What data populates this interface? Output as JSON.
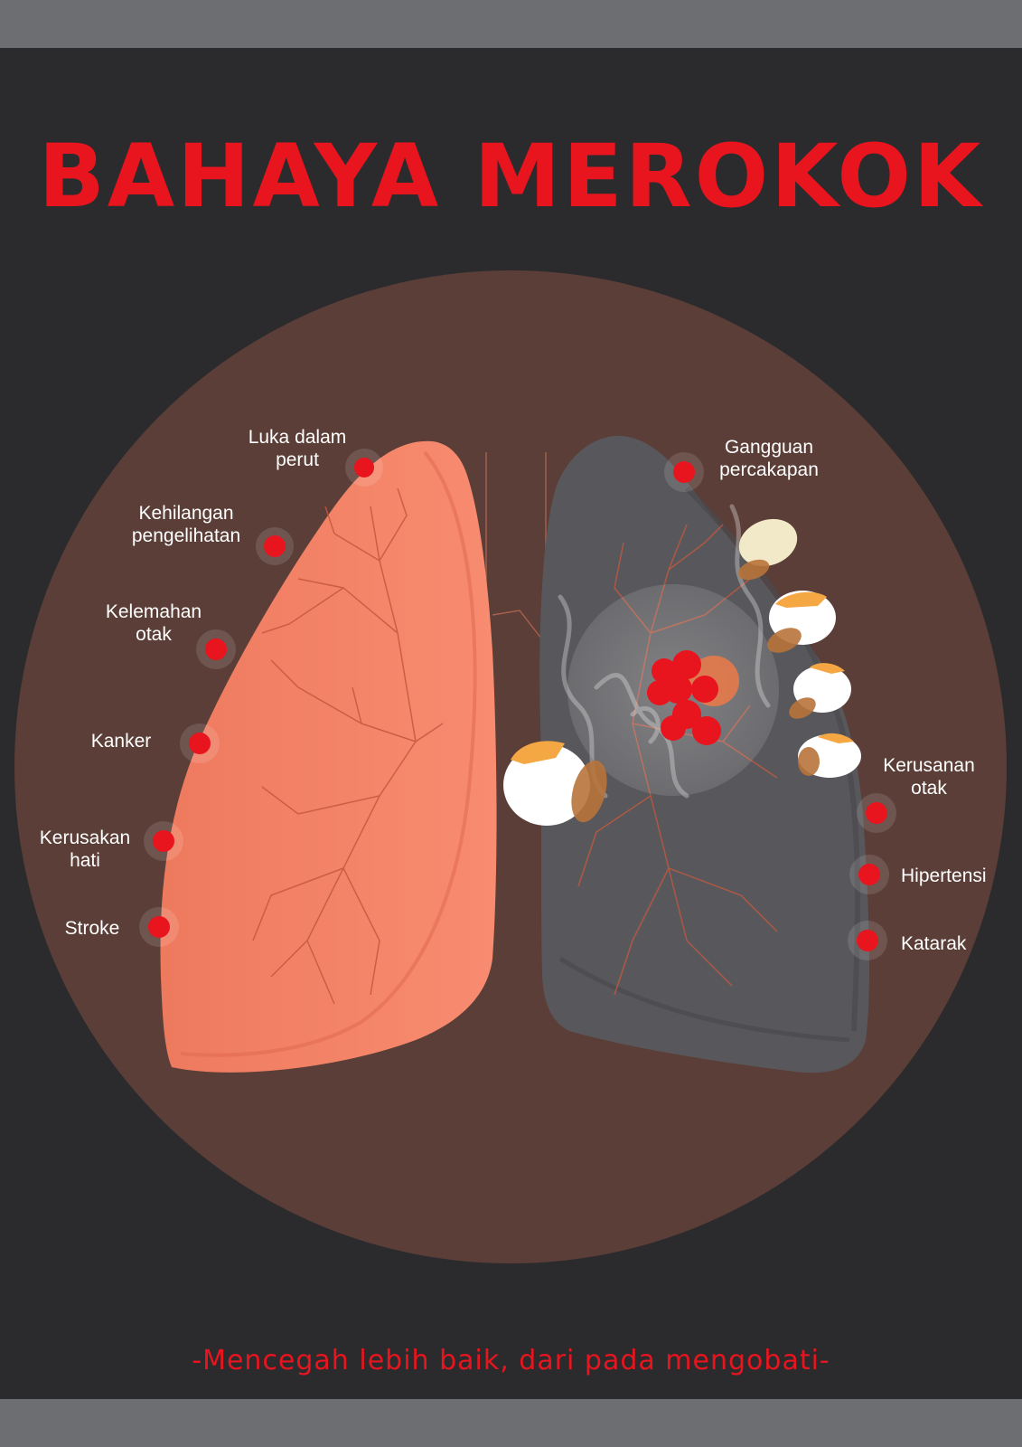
{
  "title": "BAHAYA MEROKOK",
  "tagline": "-Mencegah lebih baik, dari pada mengobati-",
  "colors": {
    "accent": "#e8141e",
    "background": "#2b2b2e",
    "circle": "#5b3e37",
    "healthy_lung": "#f5866a",
    "smoker_lung": "#58585c",
    "band": "#6d6e71"
  },
  "labels": {
    "luka_dalam_perut": {
      "line1": "Luka dalam",
      "line2": "perut"
    },
    "kehilangan_pengelihatan": {
      "line1": "Kehilangan",
      "line2": "pengelihatan"
    },
    "kelemahan_otak": {
      "line1": "Kelemahan",
      "line2": "otak"
    },
    "kanker": {
      "line1": "Kanker"
    },
    "kerusakan_hati": {
      "line1": "Kerusakan",
      "line2": "hati"
    },
    "stroke": {
      "line1": "Stroke"
    },
    "gangguan_percakapan": {
      "line1": "Gangguan",
      "line2": "percakapan"
    },
    "kerusanan_otak": {
      "line1": "Kerusanan",
      "line2": "otak"
    },
    "hipertensi": {
      "line1": "Hipertensi"
    },
    "katarak": {
      "line1": "Katarak"
    }
  }
}
